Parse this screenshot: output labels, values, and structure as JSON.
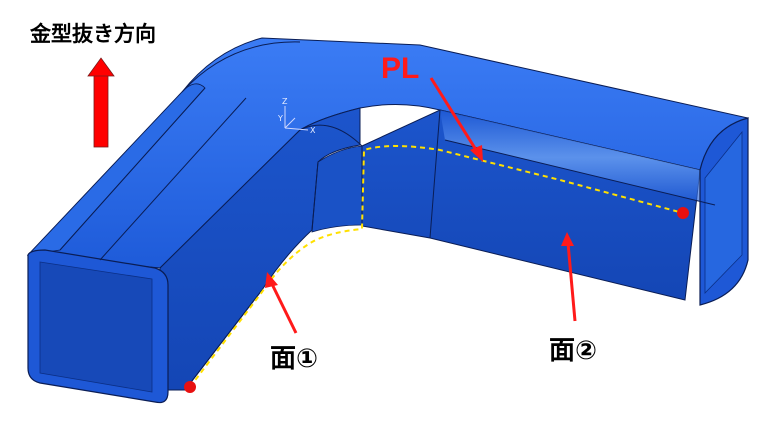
{
  "labels": {
    "die_direction": "金型抜き方向",
    "parting_line": "PL",
    "face_1": "面①",
    "face_2": "面②"
  },
  "triad": {
    "z": "Z",
    "y": "Y",
    "x": "X"
  },
  "colors": {
    "part_blue": "#1f5fe0",
    "part_dark": "#0b2f86",
    "edge_line": "#0a1d55",
    "parting_line": "#ffe000",
    "arrow_red": "#ff1a1a",
    "die_arrow": "#ff0000"
  },
  "icons": {
    "die_direction": "arrow-up-icon",
    "pointer": "arrow-icon",
    "gate_point": "red-dot-marker"
  }
}
